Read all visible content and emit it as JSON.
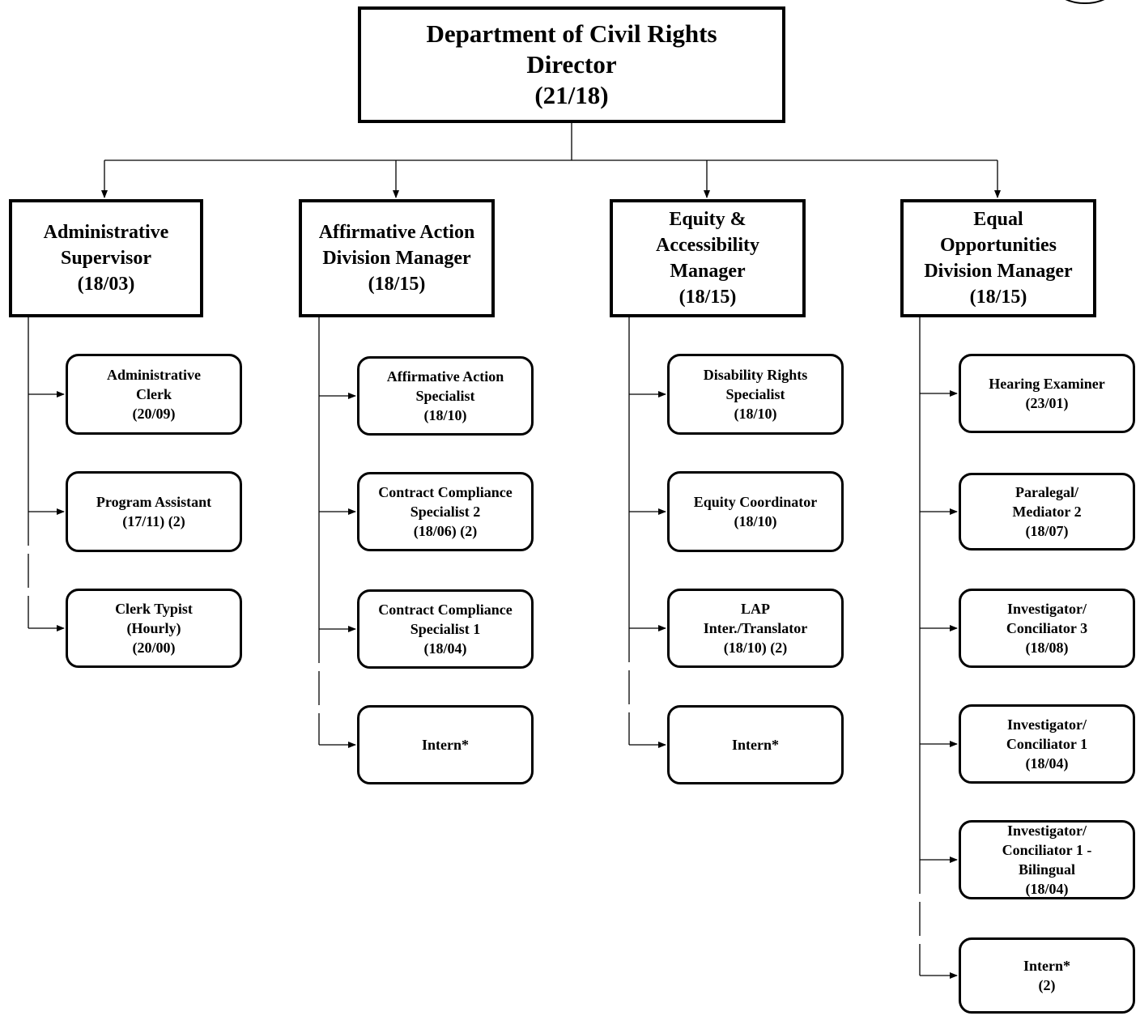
{
  "director": {
    "lines": [
      "Department of Civil Rights",
      "Director",
      "(21/18)"
    ]
  },
  "managers": [
    {
      "lines": [
        "Administrative",
        "Supervisor",
        "(18/03)"
      ]
    },
    {
      "lines": [
        "Affirmative Action",
        "Division Manager",
        "(18/15)"
      ]
    },
    {
      "lines": [
        "Equity &",
        "Accessibility",
        "Manager",
        "(18/15)"
      ]
    },
    {
      "lines": [
        "Equal",
        "Opportunities",
        "Division Manager",
        "(18/15)"
      ]
    }
  ],
  "positions": {
    "administrative": [
      {
        "lines": [
          "Administrative",
          "Clerk",
          "(20/09)"
        ]
      },
      {
        "lines": [
          "Program Assistant",
          "(17/11) (2)"
        ]
      },
      {
        "lines": [
          "Clerk Typist",
          "(Hourly)",
          "(20/00)"
        ]
      }
    ],
    "affirmative_action": [
      {
        "lines": [
          "Affirmative Action",
          "Specialist",
          "(18/10)"
        ]
      },
      {
        "lines": [
          "Contract Compliance",
          "Specialist 2",
          "(18/06) (2)"
        ]
      },
      {
        "lines": [
          "Contract Compliance",
          "Specialist 1",
          "(18/04)"
        ]
      },
      {
        "lines": [
          "Intern*"
        ]
      }
    ],
    "equity_accessibility": [
      {
        "lines": [
          "Disability Rights",
          "Specialist",
          "(18/10)"
        ]
      },
      {
        "lines": [
          "Equity Coordinator",
          "(18/10)"
        ]
      },
      {
        "lines": [
          "LAP",
          "Inter./Translator",
          "(18/10) (2)"
        ]
      },
      {
        "lines": [
          "Intern*"
        ]
      }
    ],
    "equal_opportunities": [
      {
        "lines": [
          "Hearing Examiner",
          "(23/01)"
        ]
      },
      {
        "lines": [
          "Paralegal/",
          "Mediator 2",
          "(18/07)"
        ]
      },
      {
        "lines": [
          "Investigator/",
          "Conciliator 3",
          "(18/08)"
        ]
      },
      {
        "lines": [
          "Investigator/",
          "Conciliator 1",
          "(18/04)"
        ]
      },
      {
        "lines": [
          "Investigator/",
          "Conciliator 1 -",
          "Bilingual",
          "(18/04)"
        ]
      },
      {
        "lines": [
          "Intern*",
          "(2)"
        ]
      }
    ]
  },
  "colors": {
    "line": "#000000",
    "box_fill": "#ffffff"
  }
}
